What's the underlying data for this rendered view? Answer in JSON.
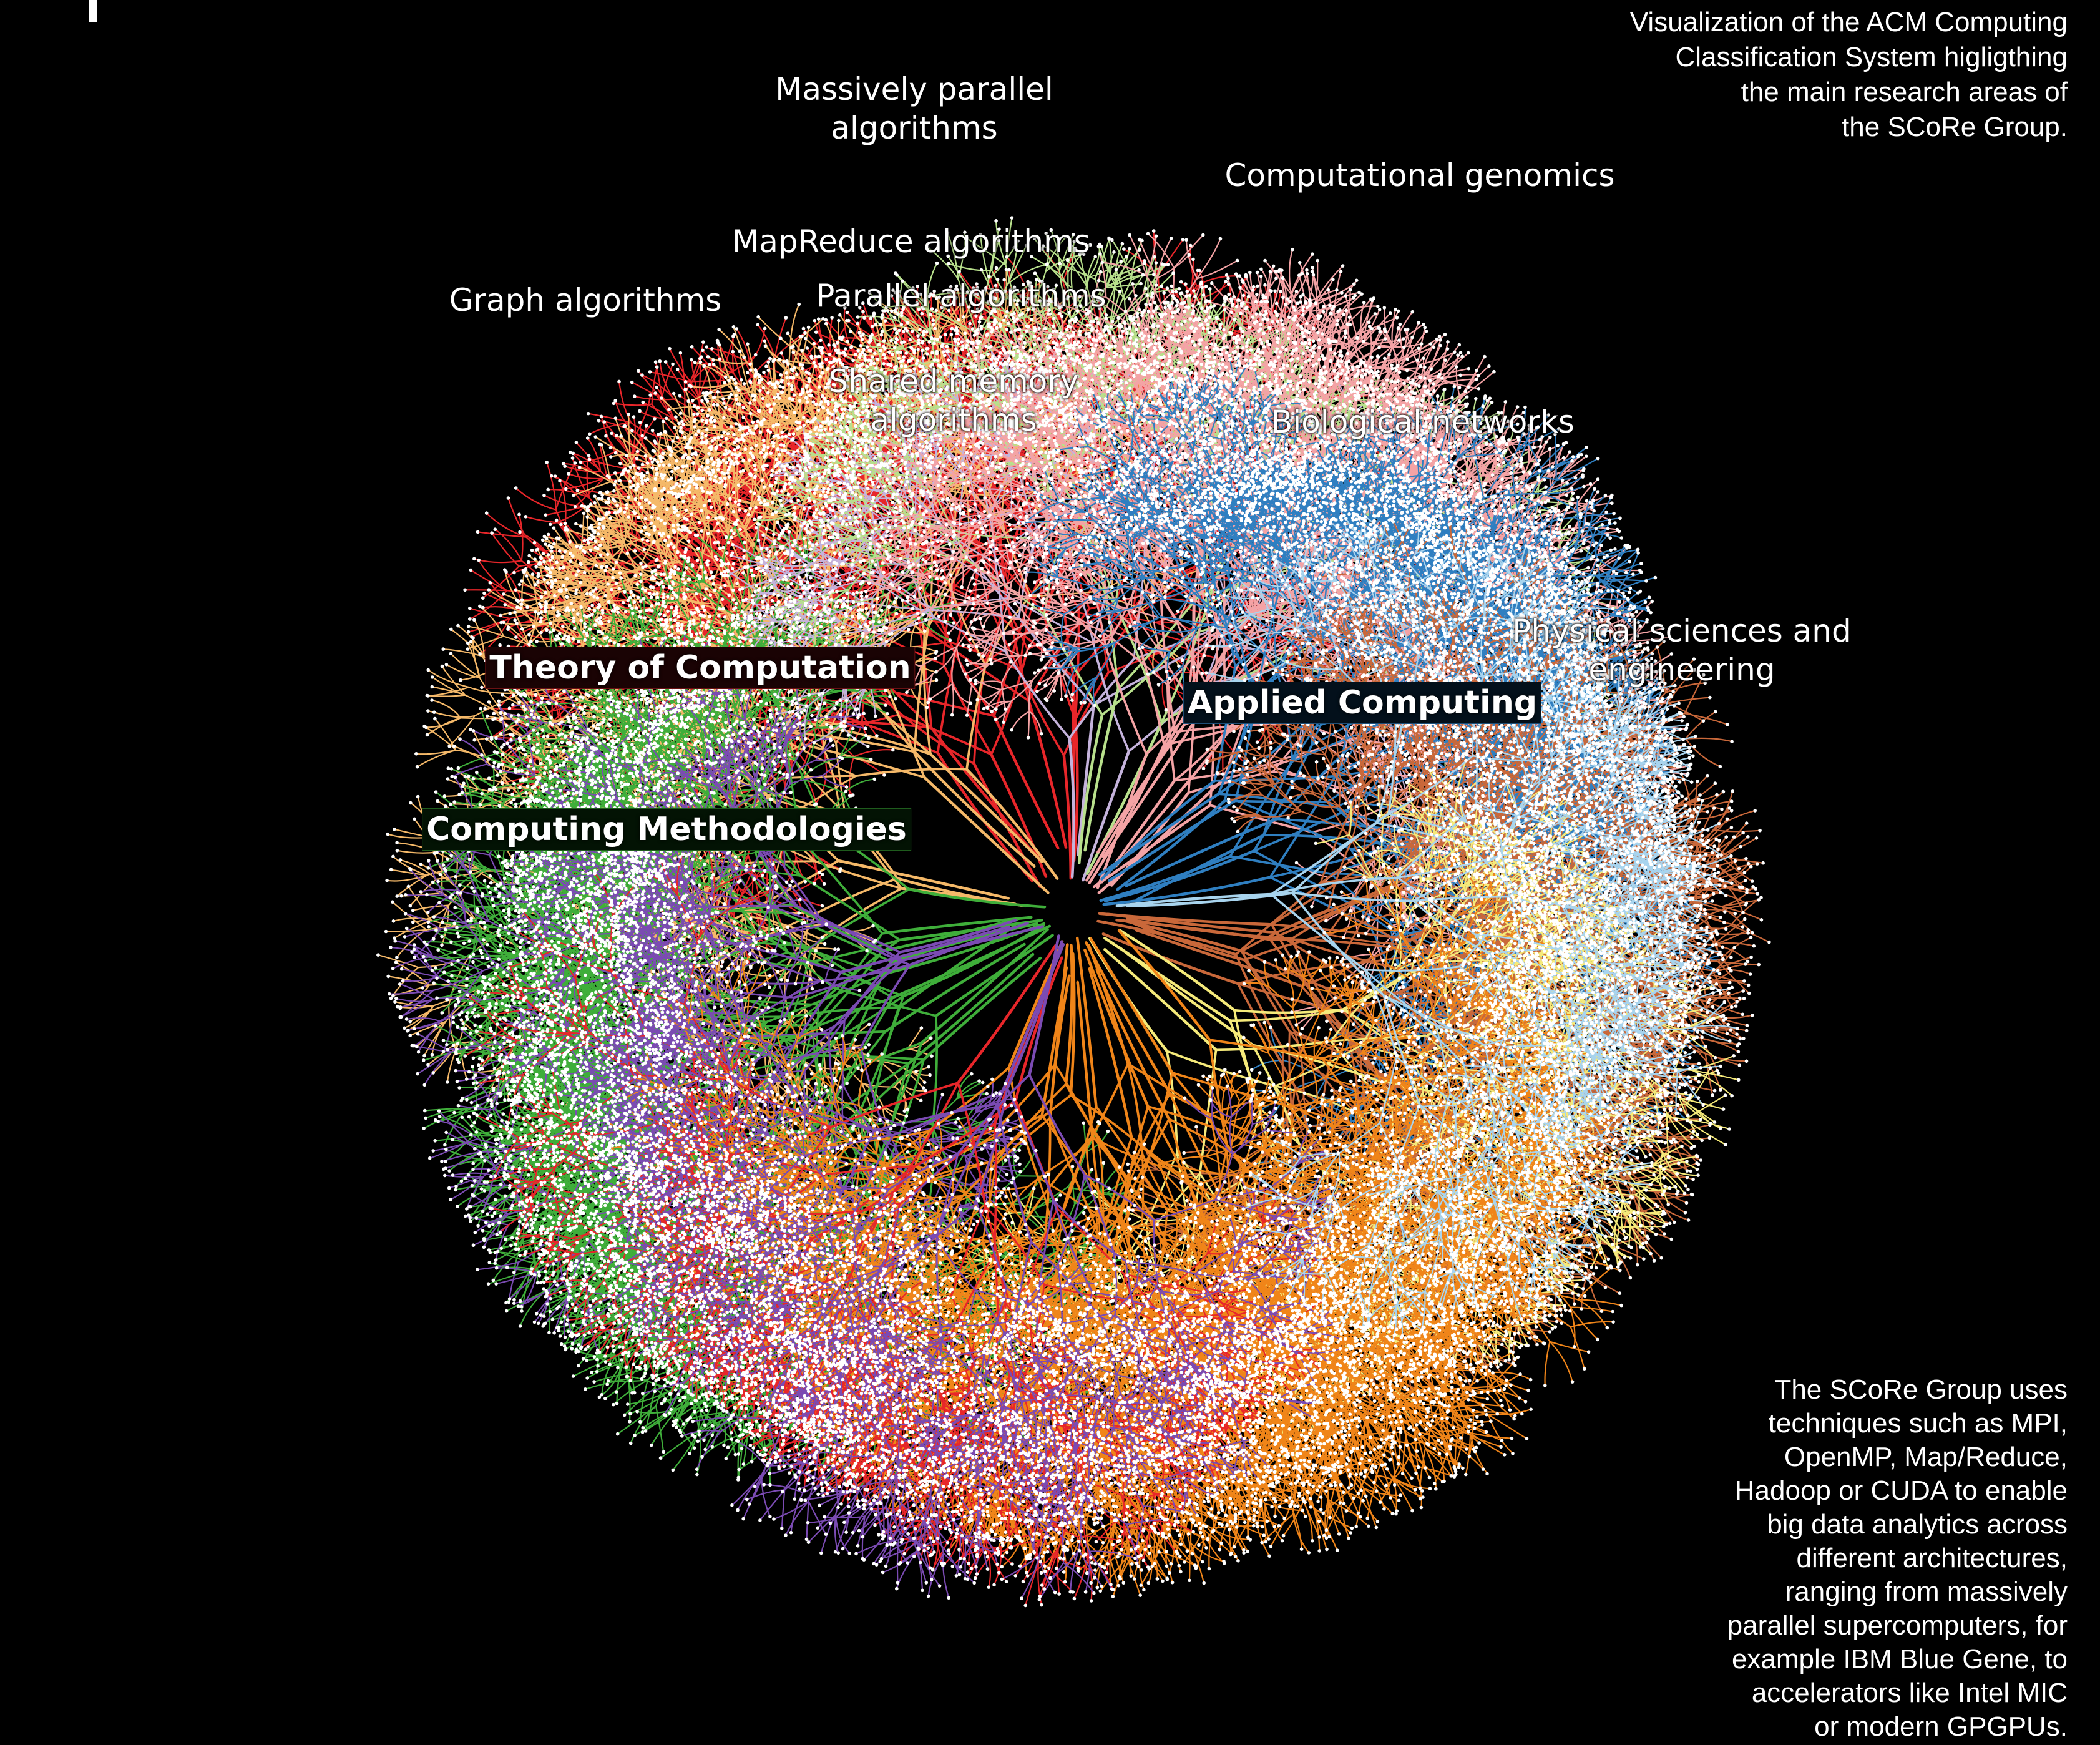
{
  "description_top": "Visualization of the ACM Computing\nClassification System higligthing\nthe main research areas of\nthe SCoRe Group.",
  "description_bottom": "The SCoRe Group uses\ntechniques such as MPI,\nOpenMP, Map/Reduce,\nHadoop or CUDA to enable\nbig data analytics across\ndifferent architectures,\nranging from massively\nparallel supercomputers, for\nexample IBM Blue Gene, to\naccelerators like Intel MIC\nor modern GPGPUs.",
  "major_areas": {
    "theory": "Theory of Computation",
    "applied": "Applied Computing",
    "methodologies": "Computing Methodologies"
  },
  "research_areas": {
    "massively_parallel": "Massively parallel\nalgorithms",
    "computational_genomics": "Computational genomics",
    "mapreduce": "MapReduce algorithms",
    "graph": "Graph algorithms",
    "parallel": "Parallel algorithms",
    "shared_memory": "Shared memory\nalgorithms",
    "biological_networks": "Biological networks",
    "physical_sciences": "Physical sciences and\nengineering"
  },
  "branch_colors": {
    "theory_red": "#e8262a",
    "theory_gold": "#f5b969",
    "methodologies_green": "#3fae3a",
    "methodologies_purple": "#7b4bb3",
    "applied_pink": "#f4a3a5",
    "applied_blue": "#2f7fc1",
    "applied_brown": "#c9683a",
    "orange": "#f08519",
    "yellow": "#f5ea7a",
    "lavender": "#c5b3dc",
    "light_green": "#b8e08c",
    "light_blue": "#a8d4ee"
  },
  "node_color": "#ffffff",
  "background": "#000000"
}
